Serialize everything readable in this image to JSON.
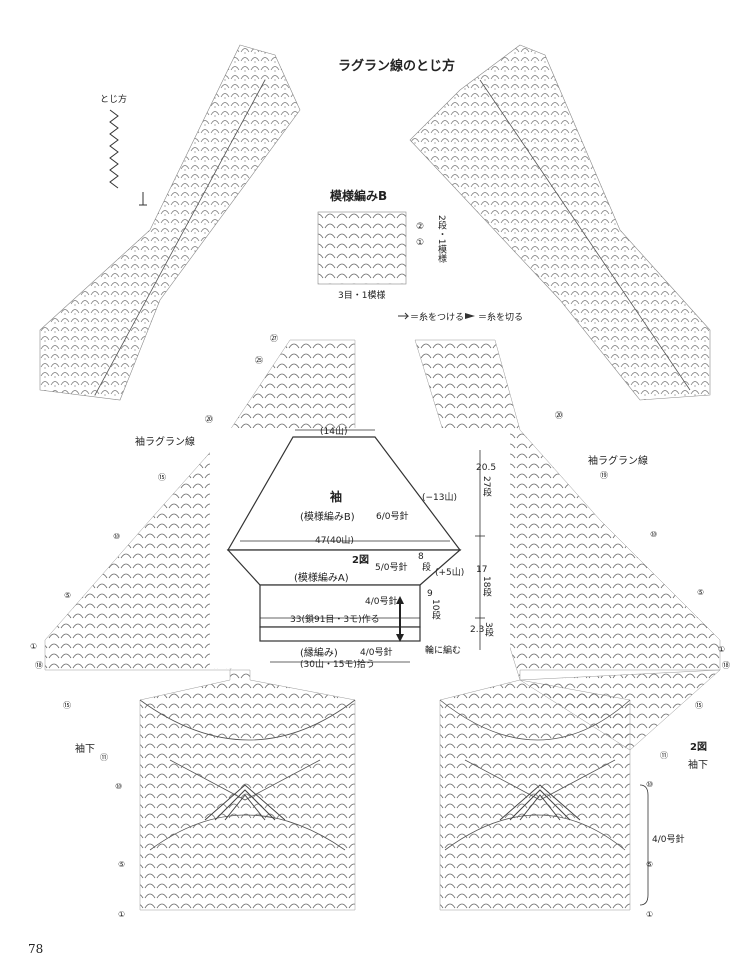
{
  "title": "ラグラン線のとじ方",
  "toji_kata": "とじ方",
  "pattern_b": {
    "title": "模様編みB",
    "stitch_label": "3目・1模様",
    "repeat_label": "2段・1模様",
    "row2": "②",
    "row1": "①"
  },
  "legend": {
    "attach": "＝糸をつける",
    "cut": "＝糸を切る"
  },
  "left_label": "袖ラグラン線",
  "right_label": "袖ラグラン線",
  "left_under": "袖下",
  "right_fig": "2図",
  "right_under": "袖下",
  "needle_right": "4/0号針",
  "schematic": {
    "top_width": "(14山)",
    "sleeve": "袖",
    "sleeve_pattern": "(模様編みB)",
    "sleeve_needle": "6/0号針",
    "decrease": "(−13山)",
    "mid_width": "47(40山)",
    "fig2": "2図",
    "pattern_a": "(模様編みA)",
    "pattern_a_needle": "5/0号針",
    "increase": "(+5山)",
    "needle_4": "4/0号針",
    "cast_on": "33(鎖91目・3モ)作る",
    "edging": "(縁編み)",
    "edging_needle": "4/0号針",
    "round": "輪に編む",
    "pickup": "(30山・15モ)拾う",
    "h1": "20.5",
    "h1_rows": "27段",
    "h2": "17",
    "h2_rows": "18段",
    "h3": "8",
    "h3_rows": "段",
    "h4": "9",
    "h4_rows": "10段",
    "h5": "2.3",
    "h5_rows": "3段"
  },
  "rows_left": [
    "㉗",
    "㉕",
    "⑳",
    "⑮",
    "⑩",
    "⑤",
    "①",
    "⑱",
    "⑮",
    "⑪",
    "⑩",
    "⑤",
    "①"
  ],
  "rows_right": [
    "⑳",
    "⑲",
    "⑩",
    "⑤",
    "①",
    "⑱",
    "⑮",
    "⑪",
    "⑩",
    "⑤",
    "①"
  ],
  "page_number": "78"
}
